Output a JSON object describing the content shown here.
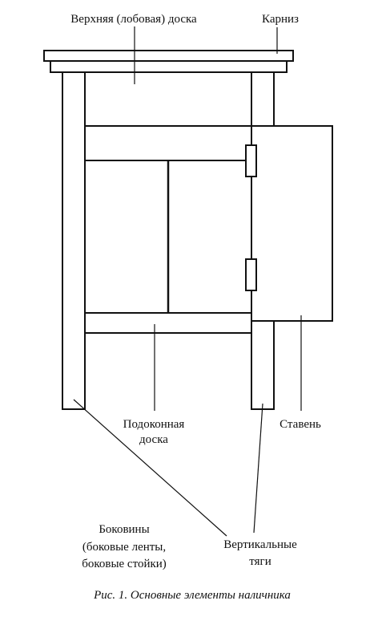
{
  "labels": {
    "top_board": "Верхняя (лобовая) доска",
    "cornice": "Карниз",
    "sill_board_l1": "Подоконная",
    "sill_board_l2": "доска",
    "shutter": "Ставень",
    "sides_l1": "Боковины",
    "sides_l2": "(боковые ленты,",
    "sides_l3": "боковые стойки)",
    "rods_l1": "Вертикальные",
    "rods_l2": "тяги"
  },
  "caption": "Рис. 1. Основные элементы наличника"
}
